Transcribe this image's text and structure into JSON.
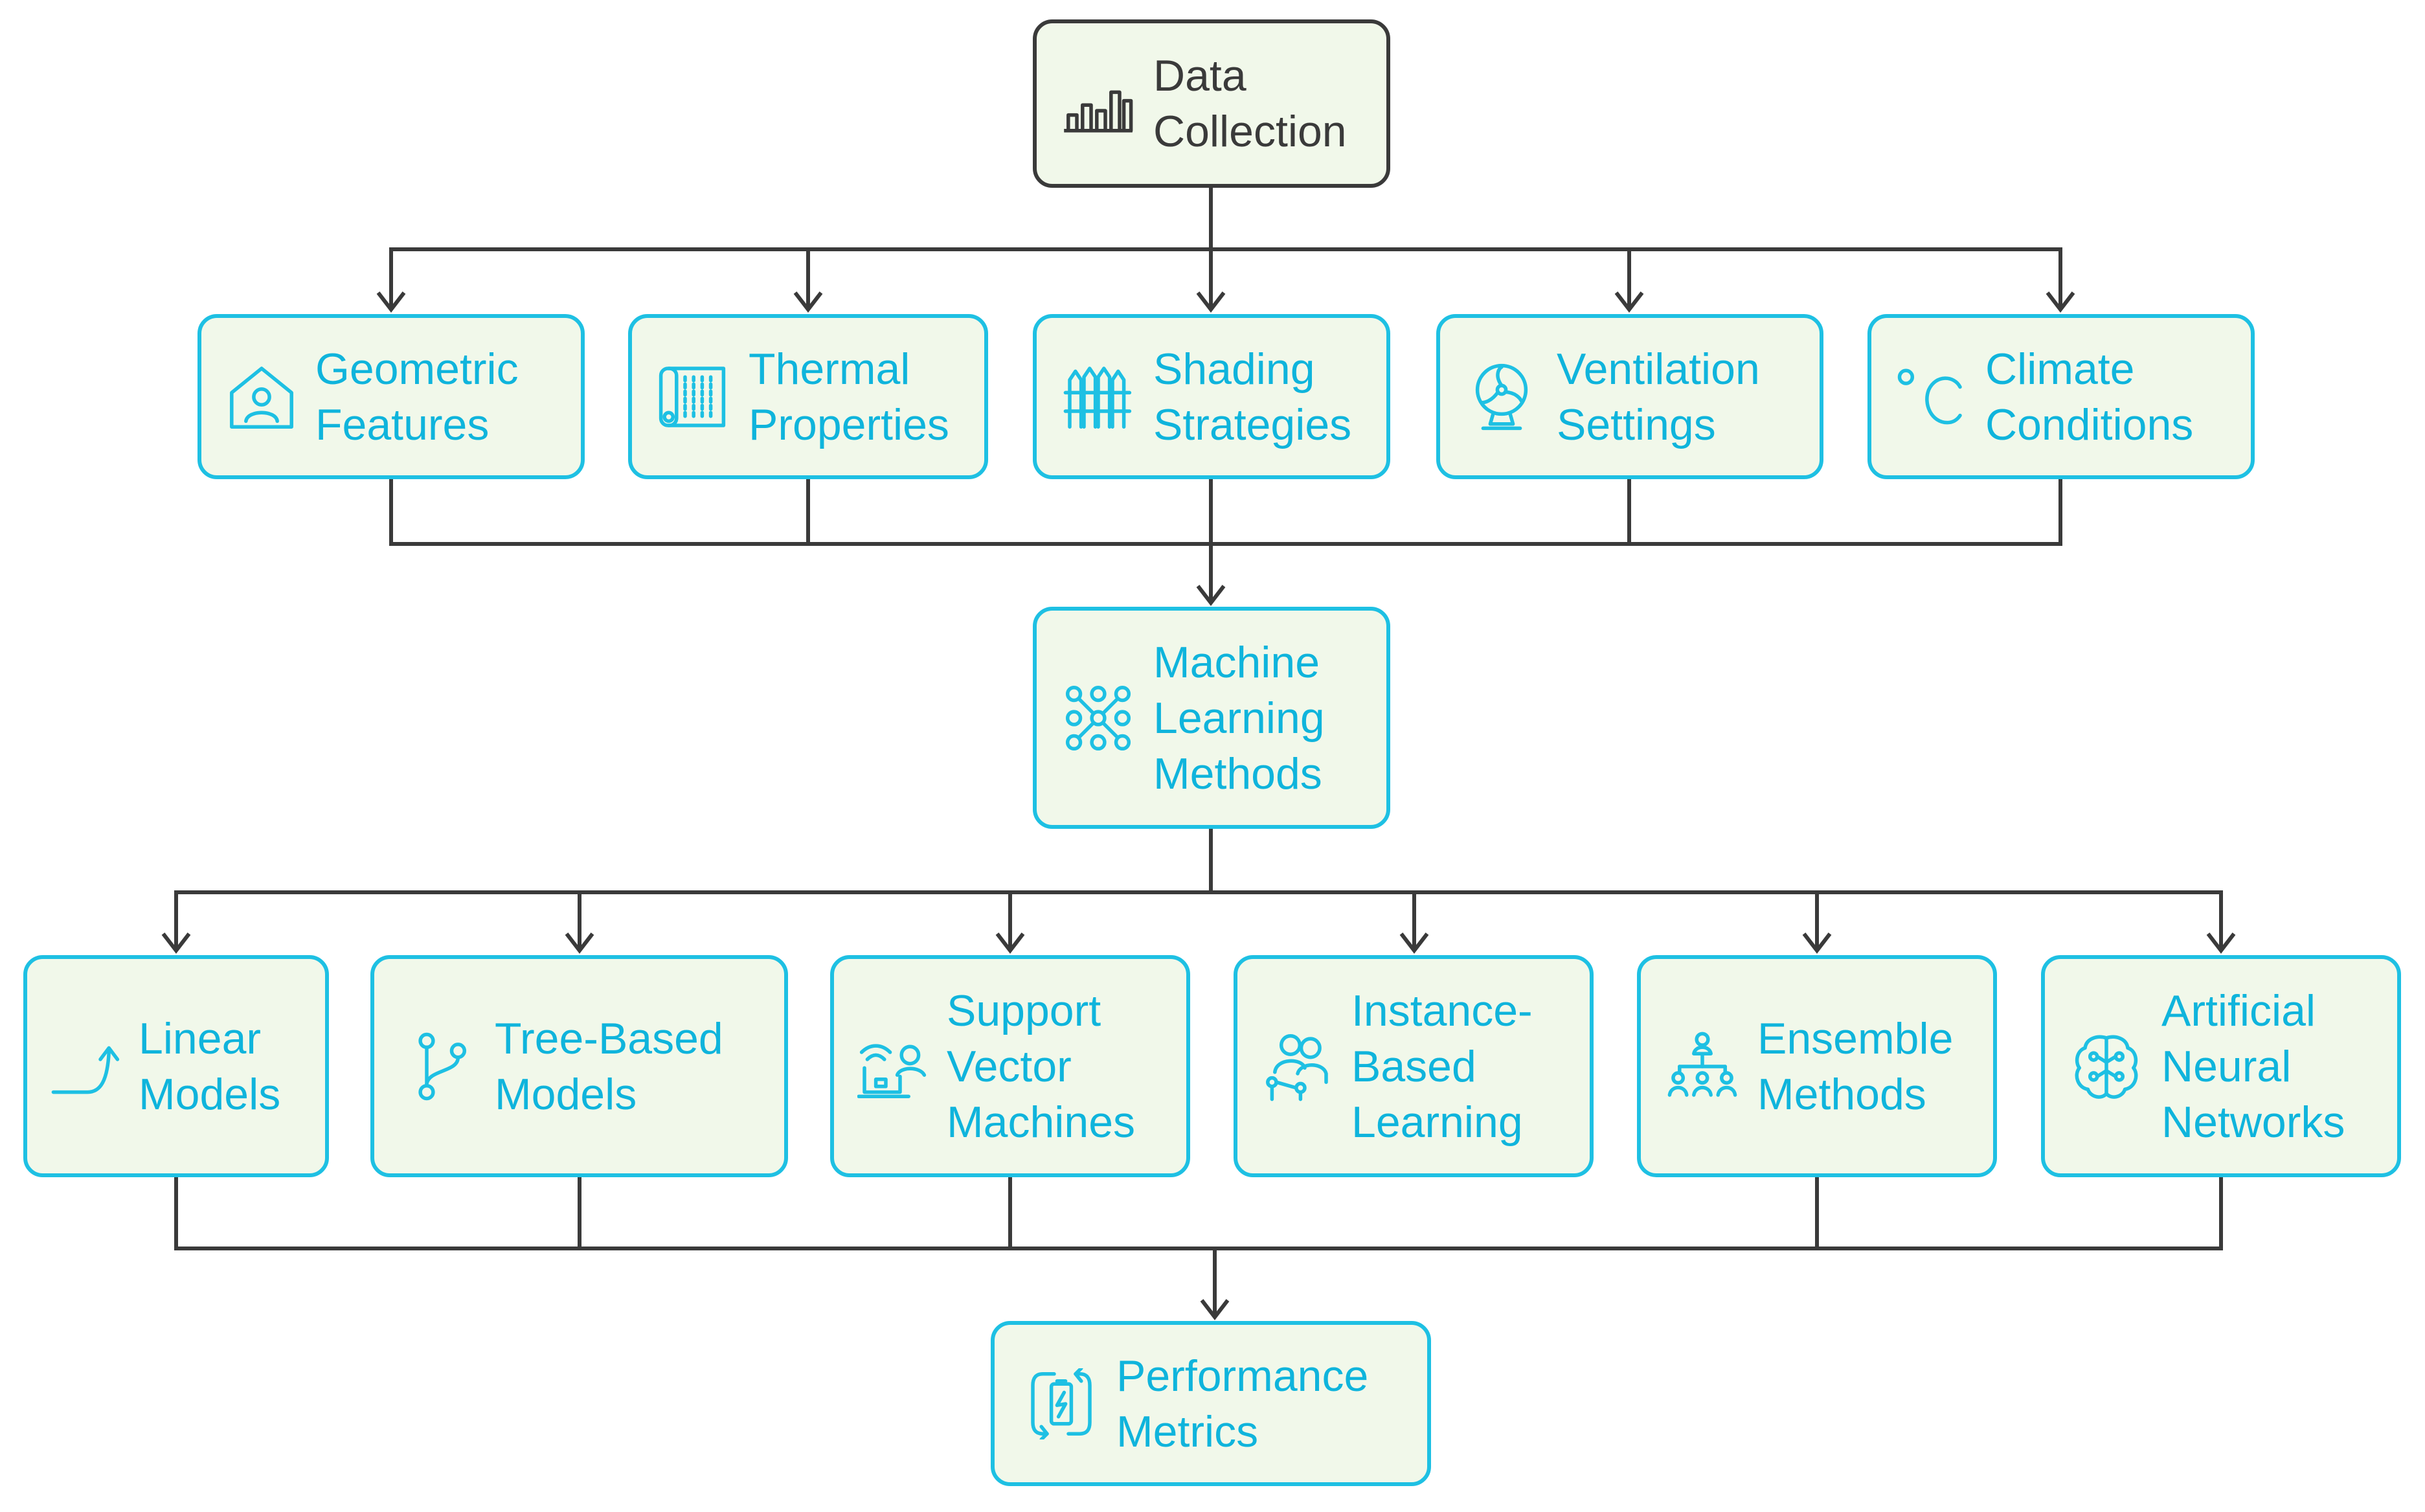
{
  "diagram": {
    "colors": {
      "accent": "#1ec0e3",
      "text_accent": "#0fb4dc",
      "dark": "#3a3a3a",
      "node_fill": "#f1f8ea",
      "connector": "#3a3a3a"
    },
    "nodes": {
      "data_collection": {
        "lines": [
          "Data",
          "Collection"
        ],
        "icon": "bar-chart-icon"
      },
      "geometric_features": {
        "lines": [
          "Geometric",
          "Features"
        ],
        "icon": "house-person-icon"
      },
      "thermal_properties": {
        "lines": [
          "Thermal",
          "Properties"
        ],
        "icon": "insulation-roll-icon"
      },
      "shading_strategies": {
        "lines": [
          "Shading",
          "Strategies"
        ],
        "icon": "fence-icon"
      },
      "ventilation_settings": {
        "lines": [
          "Ventilation",
          "Settings"
        ],
        "icon": "fan-icon"
      },
      "climate_conditions": {
        "lines": [
          "Climate",
          "Conditions"
        ],
        "icon": "celsius-icon"
      },
      "ml_methods": {
        "lines": [
          "Machine",
          "Learning",
          "Methods"
        ],
        "icon": "node-network-icon"
      },
      "linear_models": {
        "lines": [
          "Linear",
          "Models"
        ],
        "icon": "curve-arrow-icon"
      },
      "tree_based_models": {
        "lines": [
          "Tree-Based",
          "Models"
        ],
        "icon": "git-branch-icon"
      },
      "svm": {
        "lines": [
          "Support",
          "Vector",
          "Machines"
        ],
        "icon": "laptop-user-icon"
      },
      "instance_based": {
        "lines": [
          "Instance-",
          "Based",
          "Learning"
        ],
        "icon": "people-group-icon"
      },
      "ensemble_methods": {
        "lines": [
          "Ensemble",
          "Methods"
        ],
        "icon": "hierarchy-people-icon"
      },
      "ann": {
        "lines": [
          "Artificial",
          "Neural",
          "Networks"
        ],
        "icon": "brain-icon"
      },
      "performance_metrics": {
        "lines": [
          "Performance",
          "Metrics"
        ],
        "icon": "refresh-battery-icon"
      }
    }
  }
}
